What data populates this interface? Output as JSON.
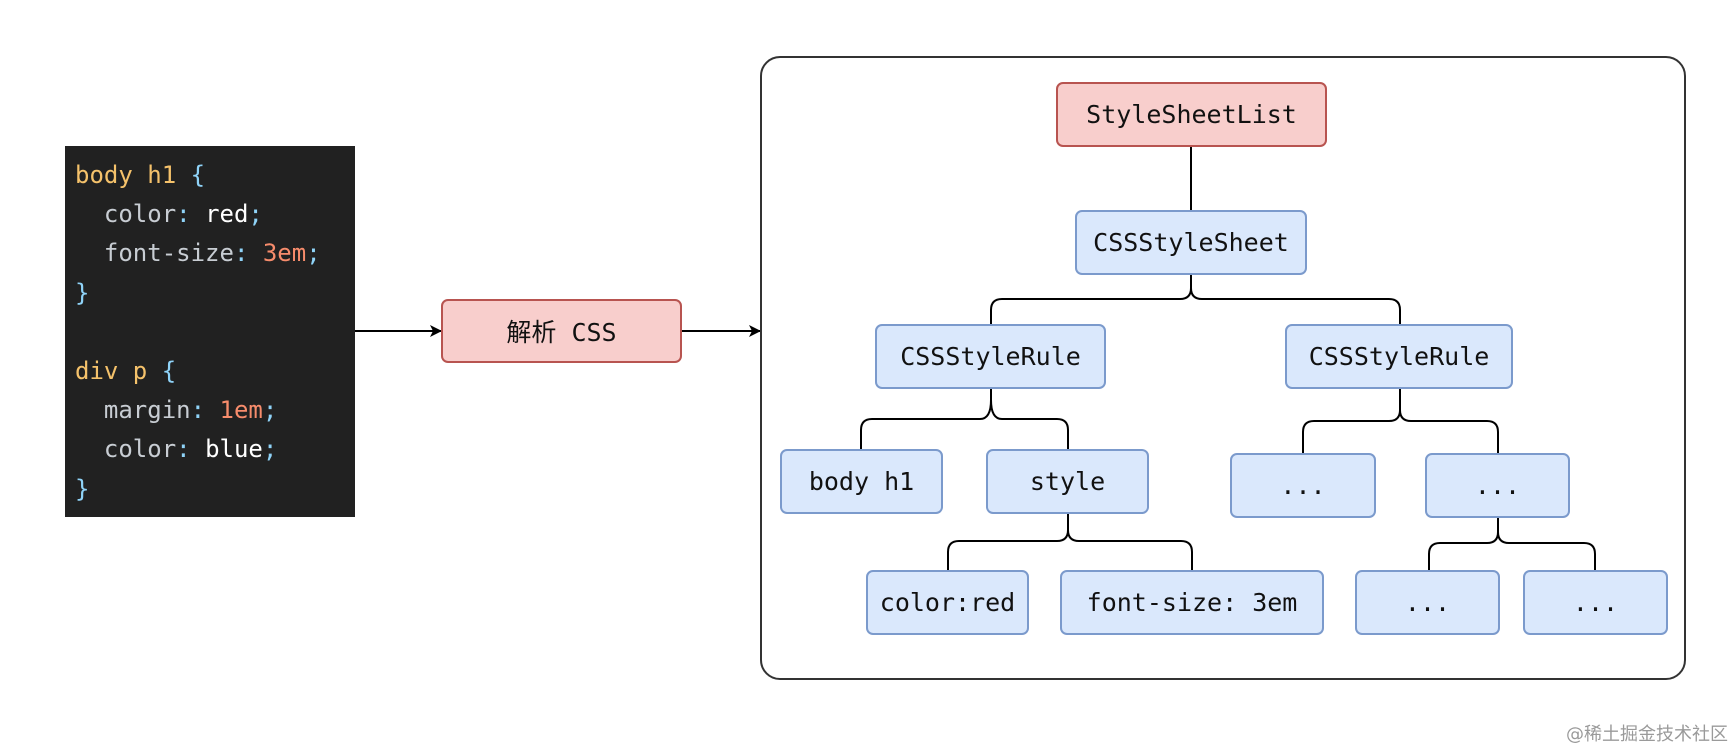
{
  "colors": {
    "code_bg": "#212121",
    "node_fill": "#dae8fc",
    "node_border": "#7b9acc",
    "root_fill": "#f8cecc",
    "root_border": "#b85450"
  },
  "code": {
    "line1": {
      "selector": "body h1",
      "brace": "{"
    },
    "line2": {
      "prop": "color",
      "colon": ":",
      "value": "red",
      "semi": ";"
    },
    "line3": {
      "prop": "font-size",
      "colon": ":",
      "value": "3em",
      "semi": ";"
    },
    "line4": {
      "brace": "}"
    },
    "line6": {
      "selector": "div p",
      "brace": "{"
    },
    "line7": {
      "prop": "margin",
      "colon": ":",
      "value": "1em",
      "semi": ";"
    },
    "line8": {
      "prop": "color",
      "colon": ":",
      "value": "blue",
      "semi": ";"
    },
    "line9": {
      "brace": "}"
    }
  },
  "process": {
    "label": "解析 CSS"
  },
  "tree": {
    "root": "StyleSheetList",
    "sheet": "CSSStyleSheet",
    "rule_left": "CSSStyleRule",
    "rule_right": "CSSStyleRule",
    "selector_text": "body h1",
    "style": "style",
    "decl_color": "color:red",
    "decl_font_size": "font-size: 3em",
    "ellipsis_1": "...",
    "ellipsis_2": "...",
    "ellipsis_3": "...",
    "ellipsis_4": "..."
  },
  "watermark": "@稀土掘金技术社区"
}
